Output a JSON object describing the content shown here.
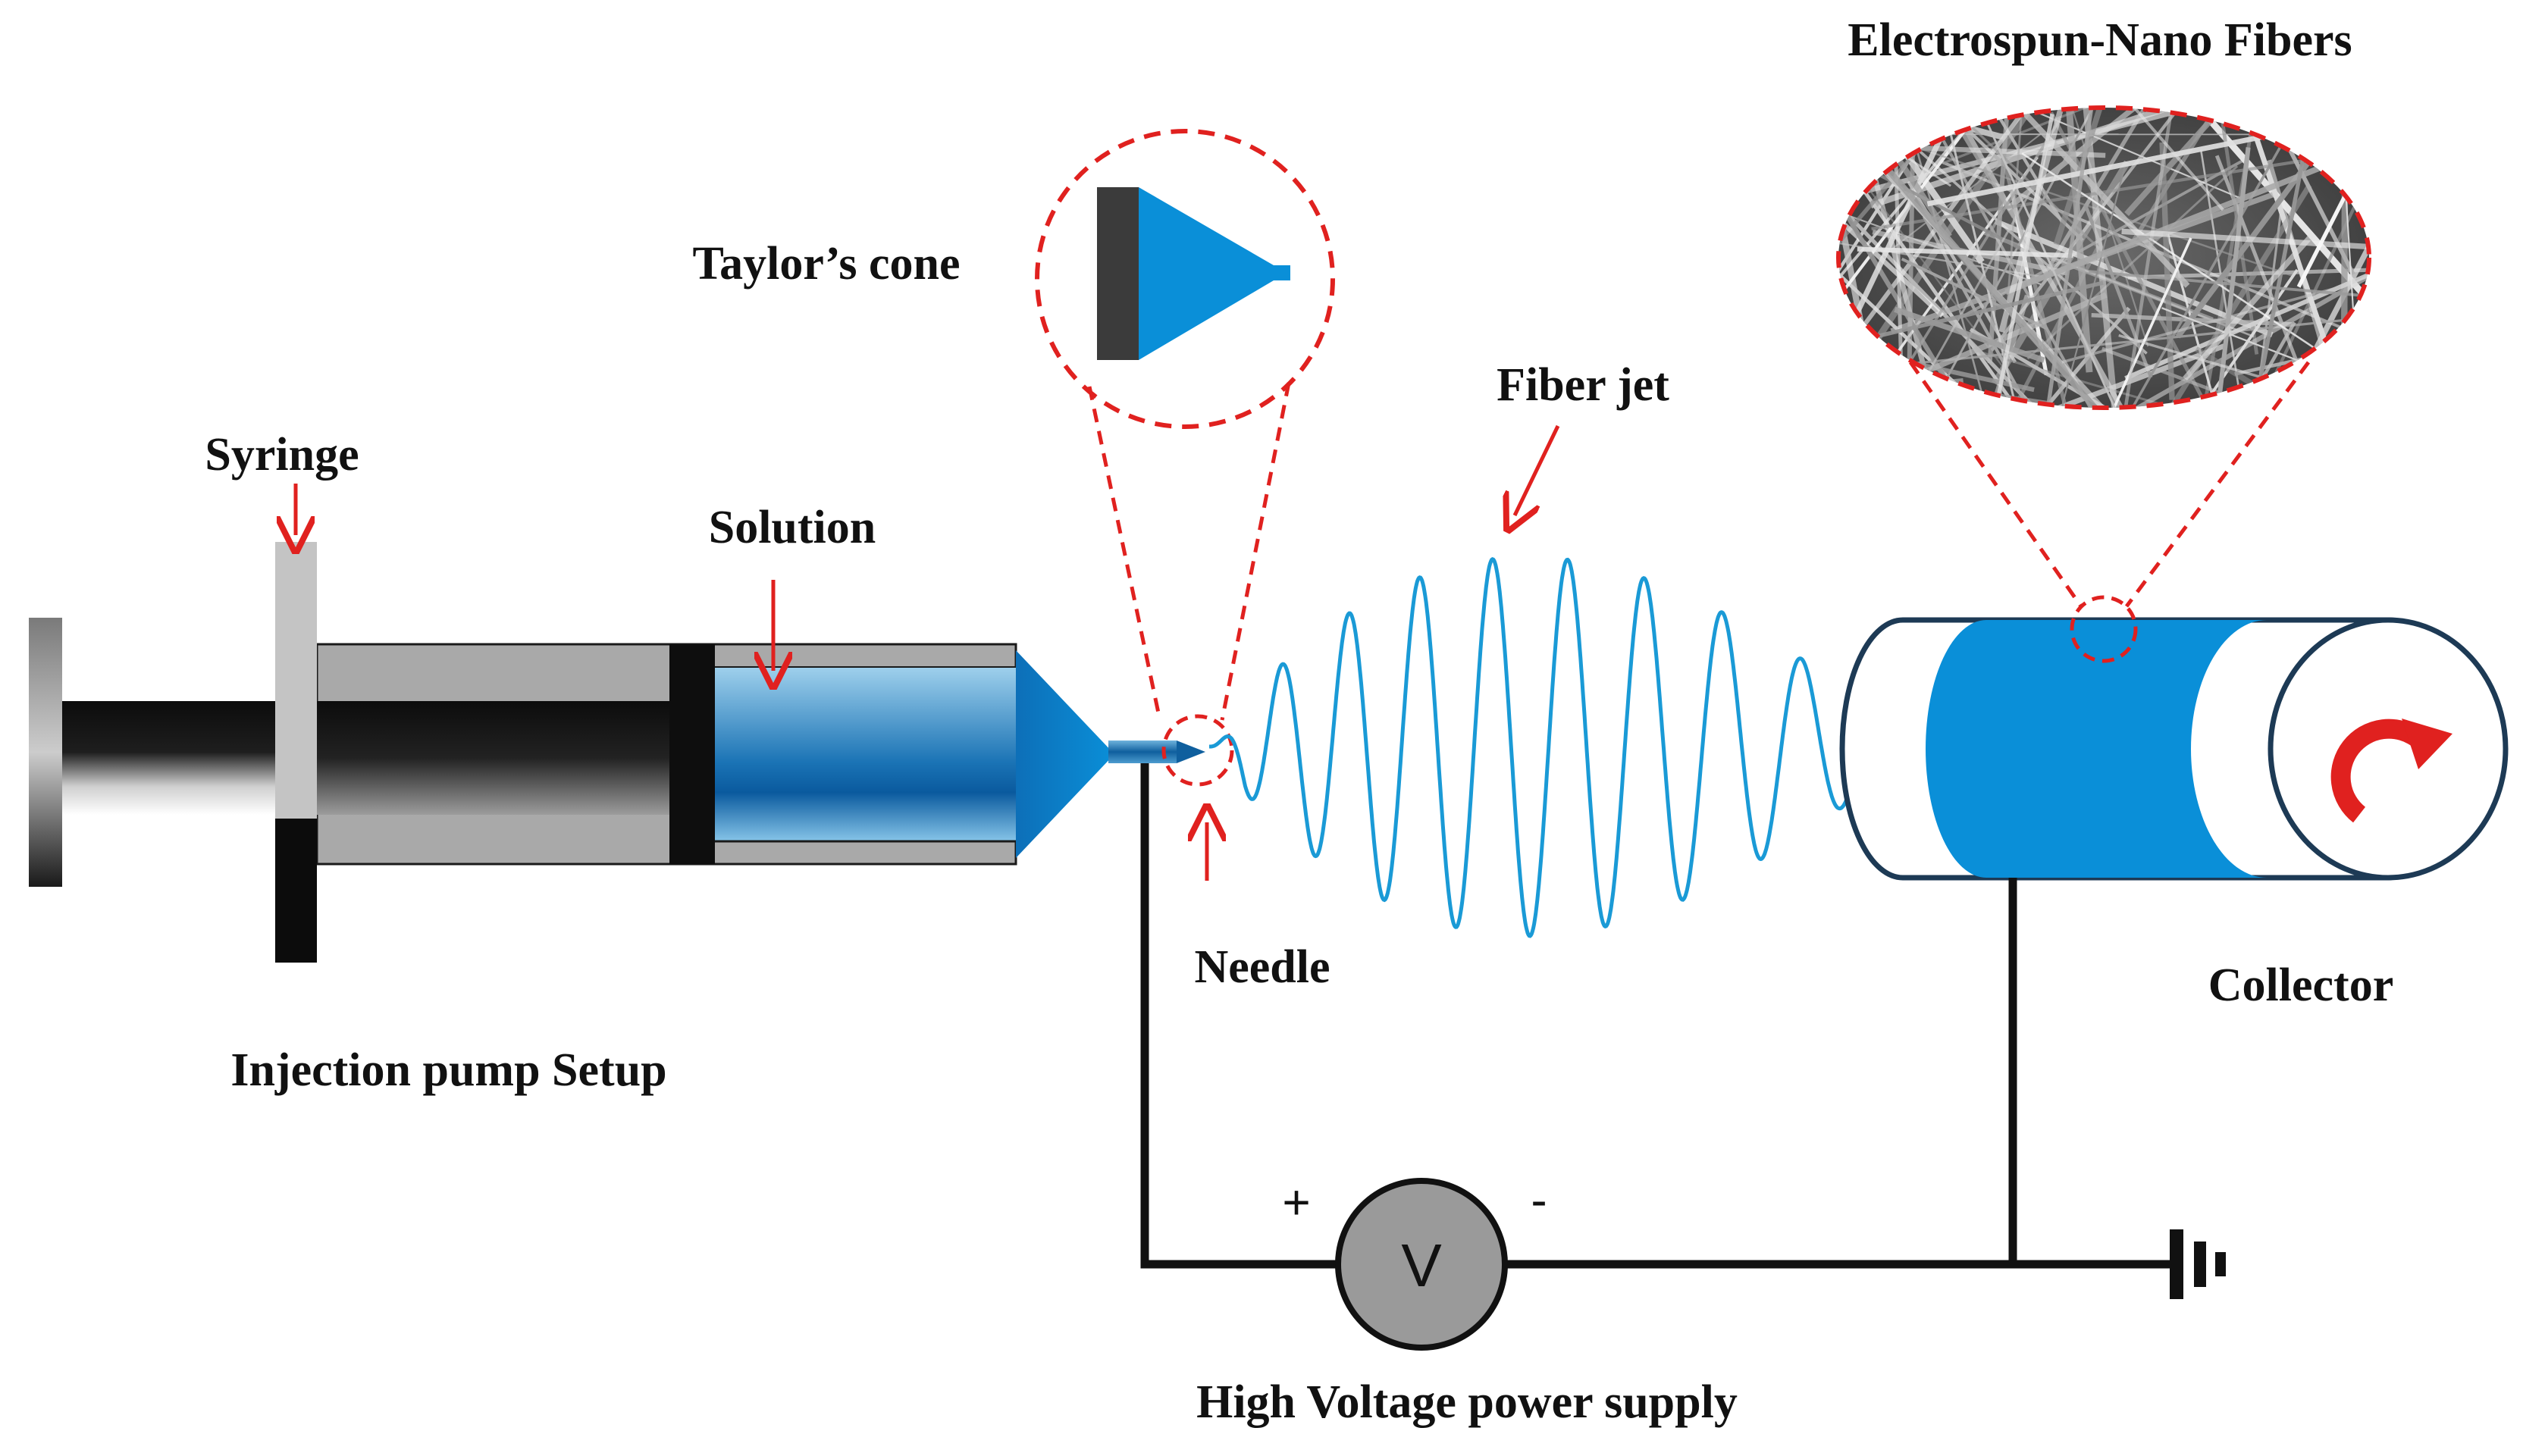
{
  "labels": {
    "electrospun": "Electrospun-Nano Fibers",
    "taylor_cone": "Taylor’s cone",
    "fiber_jet": "Fiber jet",
    "syringe": "Syringe",
    "solution": "Solution",
    "needle": "Needle",
    "collector": "Collector",
    "injection_pump": "Injection pump Setup",
    "power_supply": "High Voltage power supply",
    "plus": "+",
    "minus": "-",
    "voltmeter": "V"
  },
  "colors": {
    "solution_blue": "#0a8fd8",
    "collector_blue": "#0a8fd8",
    "fiber_jet": "#1a9ad6",
    "annotation_red": "#e0211f",
    "wire": "#111111",
    "cone_blue": "#0a8fd8",
    "voltmeter_fill": "#9a9a9a"
  },
  "icons": {
    "ground": "ground-symbol-icon",
    "rotation": "rotation-arrow-icon",
    "voltmeter": "voltmeter-icon"
  }
}
